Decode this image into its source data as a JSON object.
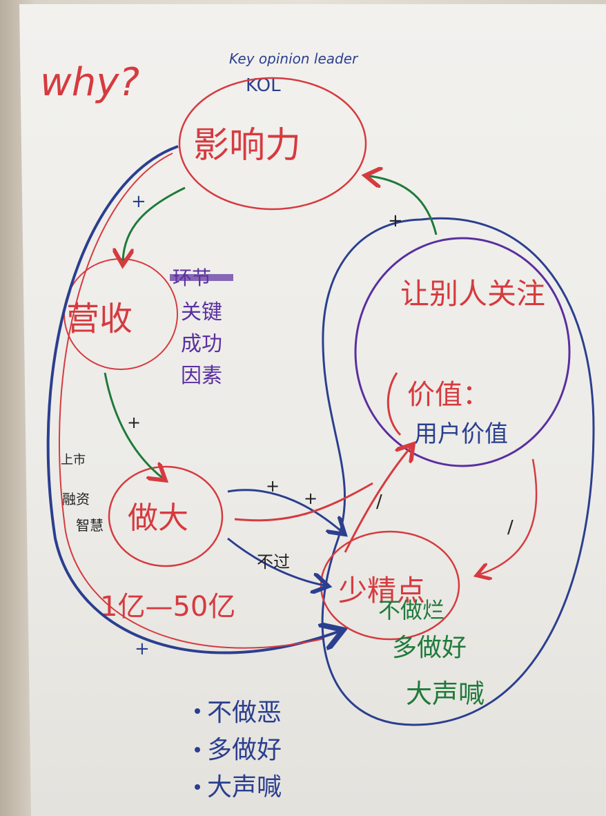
{
  "title": "why?",
  "kol": {
    "subtitle": "Key opinion leader",
    "abbr": "KOL"
  },
  "nodes": {
    "influence": "影响力",
    "profit": "营收",
    "expand": "做大",
    "few_products": "少精点",
    "attention": "让别人关注",
    "value": "价值：",
    "user_value": "用户价值"
  },
  "side_notes": {
    "factors_struck": "环节",
    "factors": [
      "关键",
      "成功",
      "因素"
    ],
    "listing": "上市",
    "listing2": "融资",
    "listing3": "智慧"
  },
  "labels": {
    "revenue_range": "1亿—50亿",
    "not_pass": "不过"
  },
  "green_notes": [
    "不做烂",
    "多做好",
    "大声喊"
  ],
  "bullets": [
    "不做恶",
    "多做好",
    "大声喊"
  ],
  "colors": {
    "red": "#d63a3f",
    "blue": "#2b3f8f",
    "purple": "#5a2fa0",
    "green": "#1f7a3a",
    "black": "#222"
  }
}
